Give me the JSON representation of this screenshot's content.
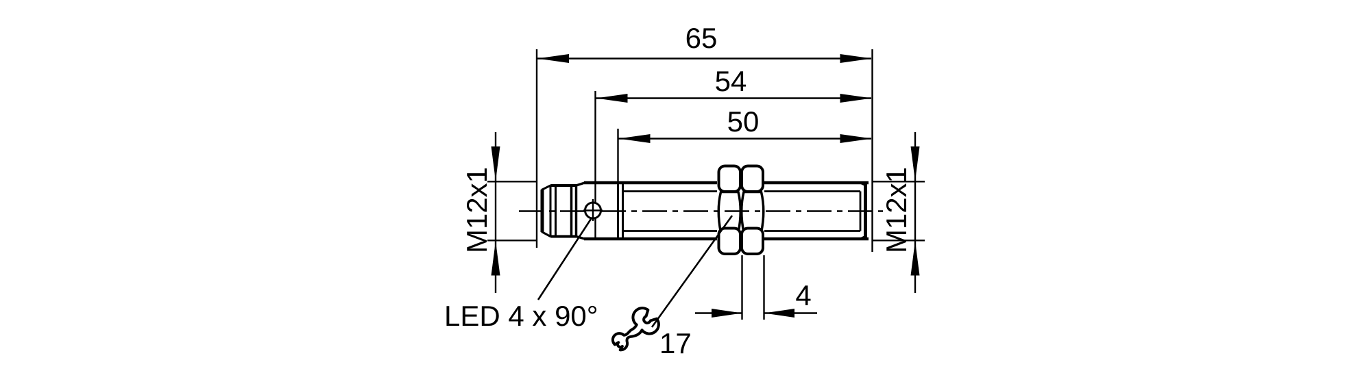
{
  "drawing": {
    "colors": {
      "line": "#000000",
      "background": "#ffffff"
    },
    "labels": {
      "dim_overall_length": "65",
      "dim_to_housing_edge": "54",
      "dim_thread_length": "50",
      "dim_nut_section": "4",
      "wrench_size": "17",
      "thread_connector": "M12x1",
      "thread_barrel": "M12x1",
      "led_annotation": "LED 4 x 90°"
    },
    "icons": {
      "wrench": "open-end-wrench",
      "led": "circle-with-cross"
    }
  }
}
